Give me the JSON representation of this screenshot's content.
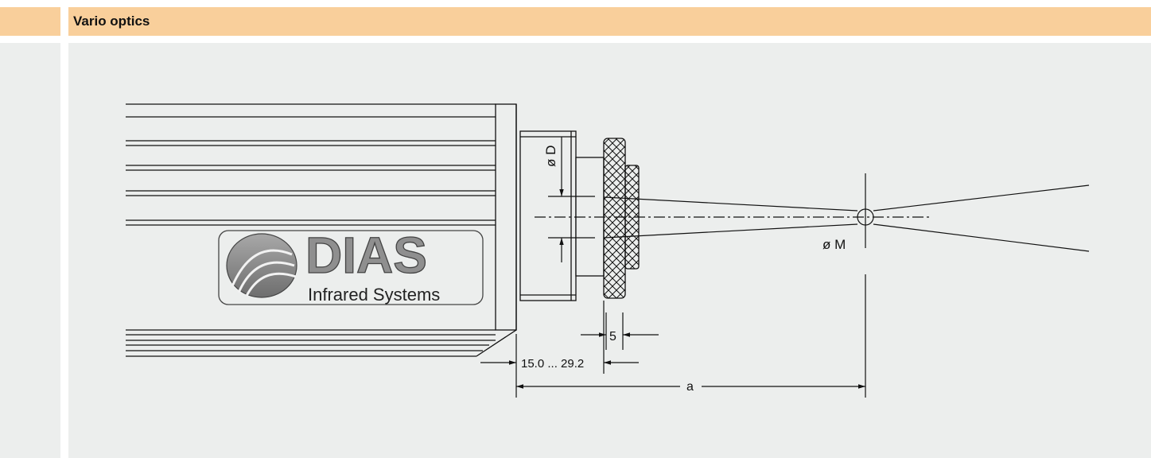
{
  "header": {
    "title": "Vario optics"
  },
  "drawing": {
    "logo_text": "DIAS",
    "logo_subtext": "Infrared Systems",
    "label_diameter_d": "ø D",
    "label_diameter_m": "ø M",
    "dim_5": "5",
    "dim_range": "15.0 ... 29.2",
    "dim_a": "a"
  }
}
